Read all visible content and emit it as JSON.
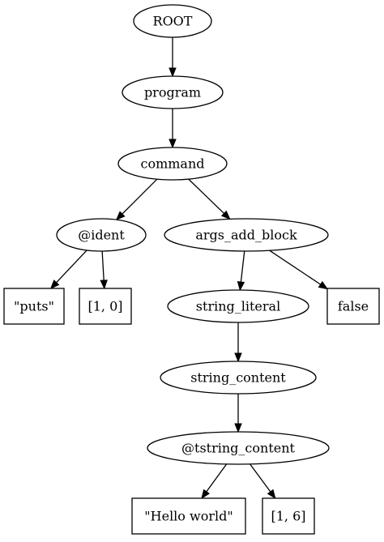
{
  "diagram": {
    "nodes": [
      {
        "id": "root",
        "label": "ROOT",
        "shape": "ellipse"
      },
      {
        "id": "program",
        "label": "program",
        "shape": "ellipse"
      },
      {
        "id": "command",
        "label": "command",
        "shape": "ellipse"
      },
      {
        "id": "ident",
        "label": "@ident",
        "shape": "ellipse"
      },
      {
        "id": "args_add_block",
        "label": "args_add_block",
        "shape": "ellipse"
      },
      {
        "id": "puts",
        "label": "\"puts\"",
        "shape": "box"
      },
      {
        "id": "pos1",
        "label": "[1, 0]",
        "shape": "box"
      },
      {
        "id": "string_literal",
        "label": "string_literal",
        "shape": "ellipse"
      },
      {
        "id": "false",
        "label": "false",
        "shape": "box"
      },
      {
        "id": "string_content",
        "label": "string_content",
        "shape": "ellipse"
      },
      {
        "id": "tstring_content",
        "label": "@tstring_content",
        "shape": "ellipse"
      },
      {
        "id": "hello",
        "label": "\"Hello world\"",
        "shape": "box"
      },
      {
        "id": "pos2",
        "label": "[1, 6]",
        "shape": "box"
      }
    ],
    "edges": [
      {
        "from": "root",
        "to": "program"
      },
      {
        "from": "program",
        "to": "command"
      },
      {
        "from": "command",
        "to": "ident"
      },
      {
        "from": "command",
        "to": "args_add_block"
      },
      {
        "from": "ident",
        "to": "puts"
      },
      {
        "from": "ident",
        "to": "pos1"
      },
      {
        "from": "args_add_block",
        "to": "string_literal"
      },
      {
        "from": "args_add_block",
        "to": "false"
      },
      {
        "from": "string_literal",
        "to": "string_content"
      },
      {
        "from": "string_content",
        "to": "tstring_content"
      },
      {
        "from": "tstring_content",
        "to": "hello"
      },
      {
        "from": "tstring_content",
        "to": "pos2"
      }
    ]
  }
}
